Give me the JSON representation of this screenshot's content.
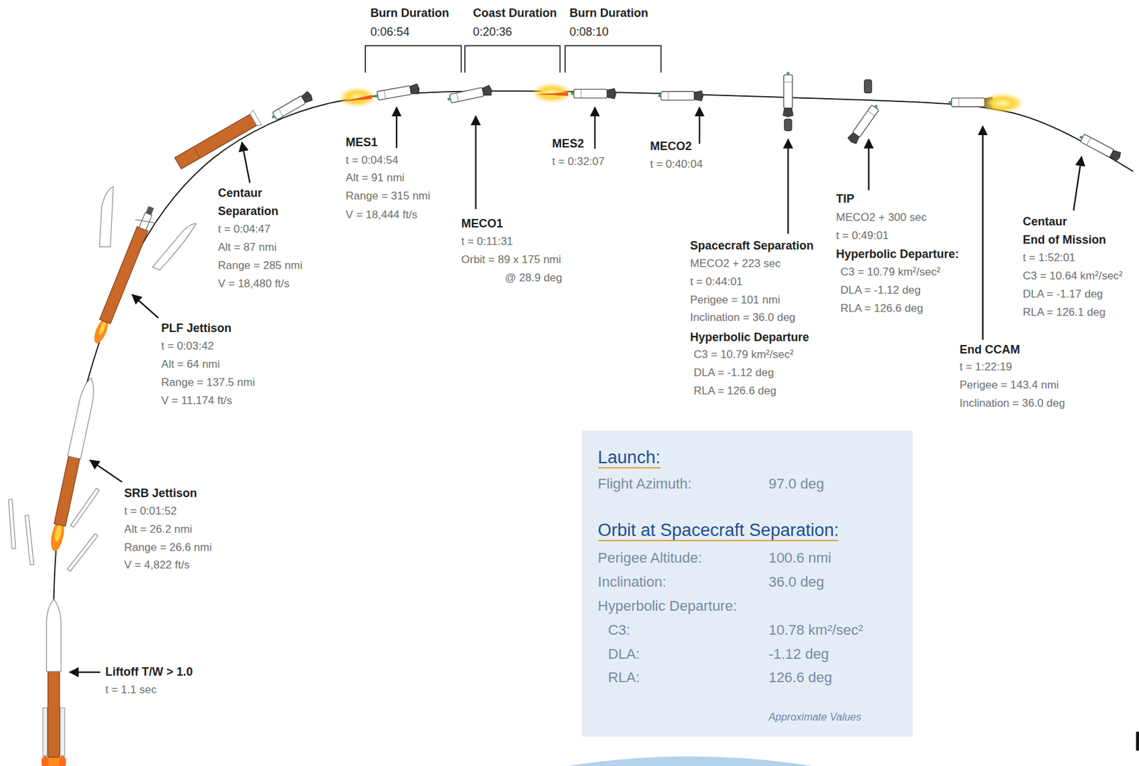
{
  "diagram": {
    "nodes": [
      {
        "text": [
          "Launch:",
          "Flight Azimuth:",
          "97.0 deg",
          "Orbit at Spacecraft Separation:",
          "Perigee Altitude:",
          "100.6 nmi",
          "Inclination:",
          "36.0 deg",
          "Hyperbolic Departure:",
          "C3:",
          "10.78 km²/sec²",
          "DLA:",
          "-1.12 deg",
          "RLA:",
          "126.6 deg",
          "Approximate Values"
        ]
      }
    ],
    "labels": [
      "Burn Duration",
      "0:06:54",
      "Coast Duration",
      "0:20:36",
      "Burn Duration",
      "0:08:10",
      "MES1",
      "t = 0:04:54",
      "Alt = 91 nmi",
      "Range = 315 nmi",
      "V = 18,444 ft/s",
      "MECO1",
      "t = 0:11:31",
      "Orbit = 89 x 175 nmi",
      "@ 28.9 deg",
      "MES2",
      "t = 0:32:07",
      "MECO2",
      "t = 0:40:04",
      "Centaur",
      "Separation",
      "t = 0:04:47",
      "Alt = 87 nmi",
      "Range = 285 nmi",
      "V = 18,480 ft/s",
      "PLF Jettison",
      "t = 0:03:42",
      "Alt = 64 nmi",
      "Range = 137.5 nmi",
      "V = 11,174 ft/s",
      "SRB Jettison",
      "t = 0:01:52",
      "Alt = 26.2 nmi",
      "Range = 26.6 nmi",
      "V = 4,822 ft/s",
      "Liftoff T/W > 1.0",
      "t = 1.1 sec",
      "Spacecraft Separation",
      "MECO2 + 223 sec",
      "t = 0:44:01",
      "Perigee = 101 nmi",
      "Inclination = 36.0 deg",
      "Hyperbolic Departure",
      "C3 = 10.79 km²/sec²",
      "DLA = -1.12 deg",
      "RLA = 126.6 deg",
      "TIP",
      "MECO2 + 300 sec",
      "t = 0:49:01",
      "Hyperbolic Departure:",
      "C3 = 10.79 km²/sec²",
      "DLA = -1.12 deg",
      "RLA = 126.6 deg",
      "End CCAM",
      "t = 1:22:19",
      "Perigee = 143.4 nmi",
      "Inclination = 36.0 deg",
      "Centaur",
      "End of Mission",
      "t = 1:52:01",
      "C3 = 10.64 km²/sec²",
      "DLA = -1.17 deg",
      "RLA = 126.1 deg"
    ]
  }
}
